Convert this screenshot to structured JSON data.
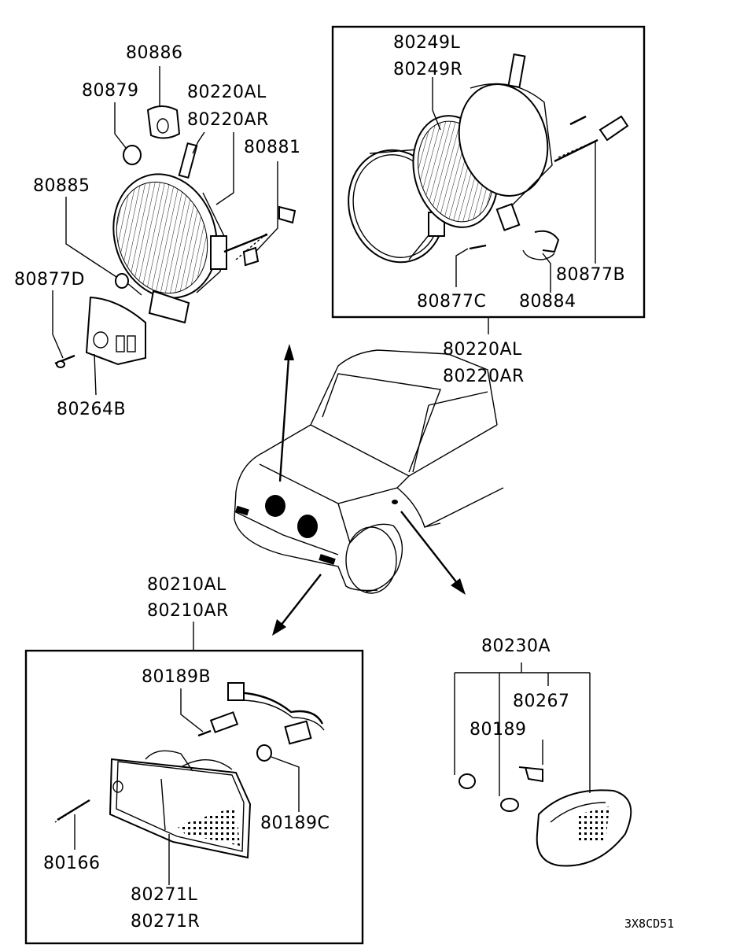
{
  "labels": {
    "p80886": "80886",
    "p80879": "80879",
    "p80220AL_a": "80220AL",
    "p80220AR_a": "80220AR",
    "p80881": "80881",
    "p80885": "80885",
    "p80877D": "80877D",
    "p80264B": "80264B",
    "p80249L": "80249L",
    "p80249R": "80249R",
    "p80877B": "80877B",
    "p80877C": "80877C",
    "p80884": "80884",
    "p80220AL_b": "80220AL",
    "p80220AR_b": "80220AR",
    "p80210AL": "80210AL",
    "p80210AR": "80210AR",
    "p80189B": "80189B",
    "p80189C": "80189C",
    "p80166": "80166",
    "p80271L": "80271L",
    "p80271R": "80271R",
    "p80230A": "80230A",
    "p80267": "80267",
    "p80189": "80189"
  },
  "diagram_code": "3X8CD51"
}
